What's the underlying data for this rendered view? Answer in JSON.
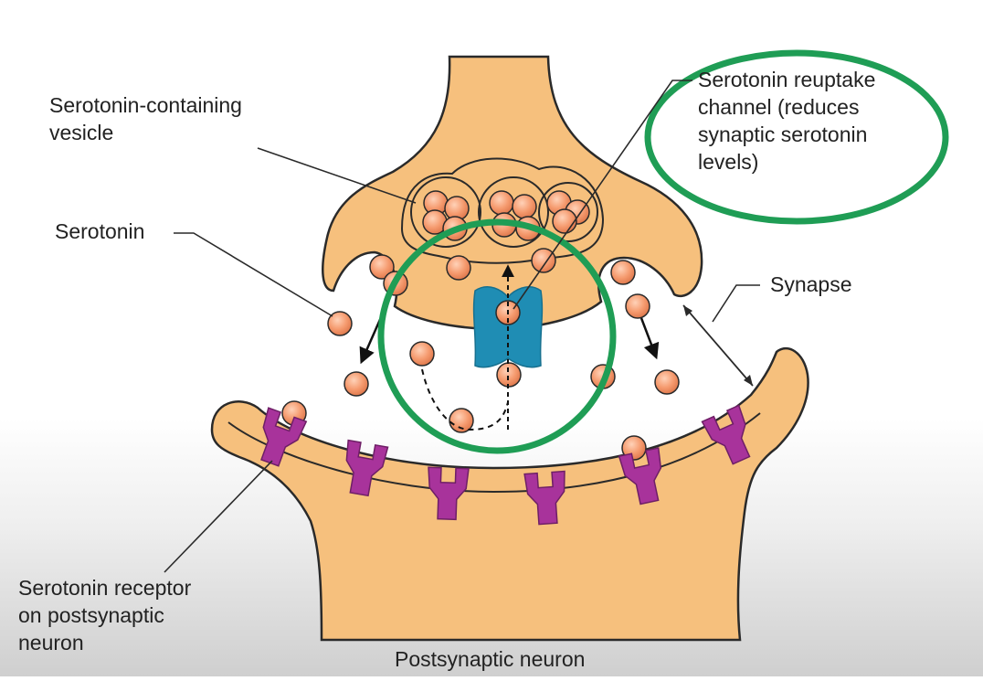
{
  "labels": {
    "vesicle": [
      "Serotonin-containing",
      "vesicle"
    ],
    "serotonin": "Serotonin",
    "reuptake": [
      "Serotonin reuptake",
      "channel (reduces",
      "synaptic serotonin",
      "levels)"
    ],
    "synapse": "Synapse",
    "receptor": [
      "Serotonin receptor",
      "on postsynaptic",
      "neuron"
    ],
    "postsynaptic": "Postsynaptic neuron"
  },
  "colors": {
    "neuron_fill": "#f6c07d",
    "neuron_stroke": "#2a2a2a",
    "serotonin_fill": "#f59a6e",
    "receptor_fill": "#a8339b",
    "reuptake_channel_fill": "#1f8db4",
    "highlight_circle": "#1f9d55"
  }
}
